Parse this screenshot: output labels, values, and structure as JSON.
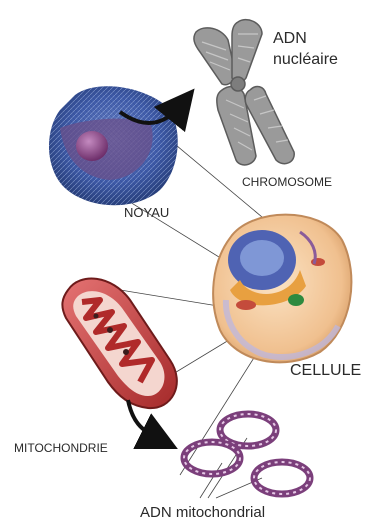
{
  "labels": {
    "adn_nucleaire_line1": "ADN",
    "adn_nucleaire_line2": "nucléaire",
    "chromosome": "CHROMOSOME",
    "noyau": "NOYAU",
    "cellule": "CELLULE",
    "mitochondrie": "MITOCHONDRIE",
    "adn_mitochondrial": "ADN mitochondrial"
  },
  "colors": {
    "nucleus_shell": "#3e5aa8",
    "nucleolus": "#8a4a88",
    "chromosome": "#8f8f8f",
    "cell_body": "#f3c79a",
    "mitochondrion": "#c0392b",
    "mito_dna_ring": "#7b3f7b",
    "arrow": "#111111"
  }
}
